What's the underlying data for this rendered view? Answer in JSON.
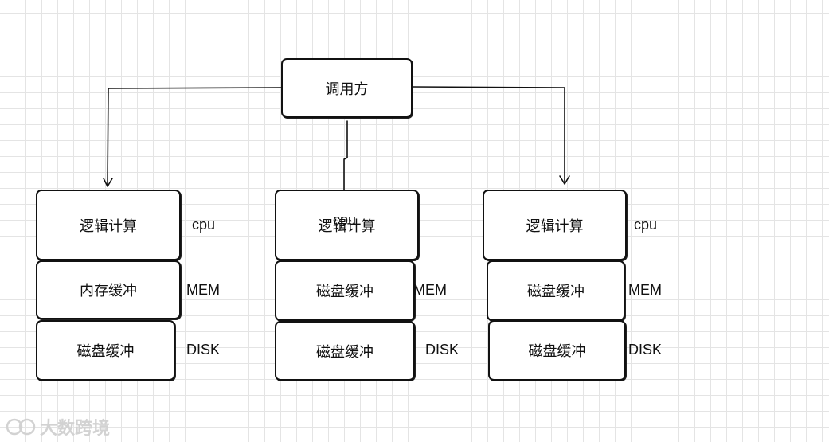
{
  "caller": {
    "label": "调用方"
  },
  "columns": [
    {
      "layers": [
        "逻辑计算",
        "内存缓冲",
        "磁盘缓冲"
      ],
      "tags": [
        "cpu",
        "MEM",
        "DISK"
      ]
    },
    {
      "layers": [
        "逻辑计算",
        "磁盘缓冲",
        "磁盘缓冲"
      ],
      "tags": [
        "cpu",
        "MEM",
        "DISK"
      ]
    },
    {
      "layers": [
        "逻辑计算",
        "磁盘缓冲",
        "磁盘缓冲"
      ],
      "tags": [
        "cpu",
        "MEM",
        "DISK"
      ]
    }
  ],
  "watermark": {
    "text": "大数跨境"
  }
}
